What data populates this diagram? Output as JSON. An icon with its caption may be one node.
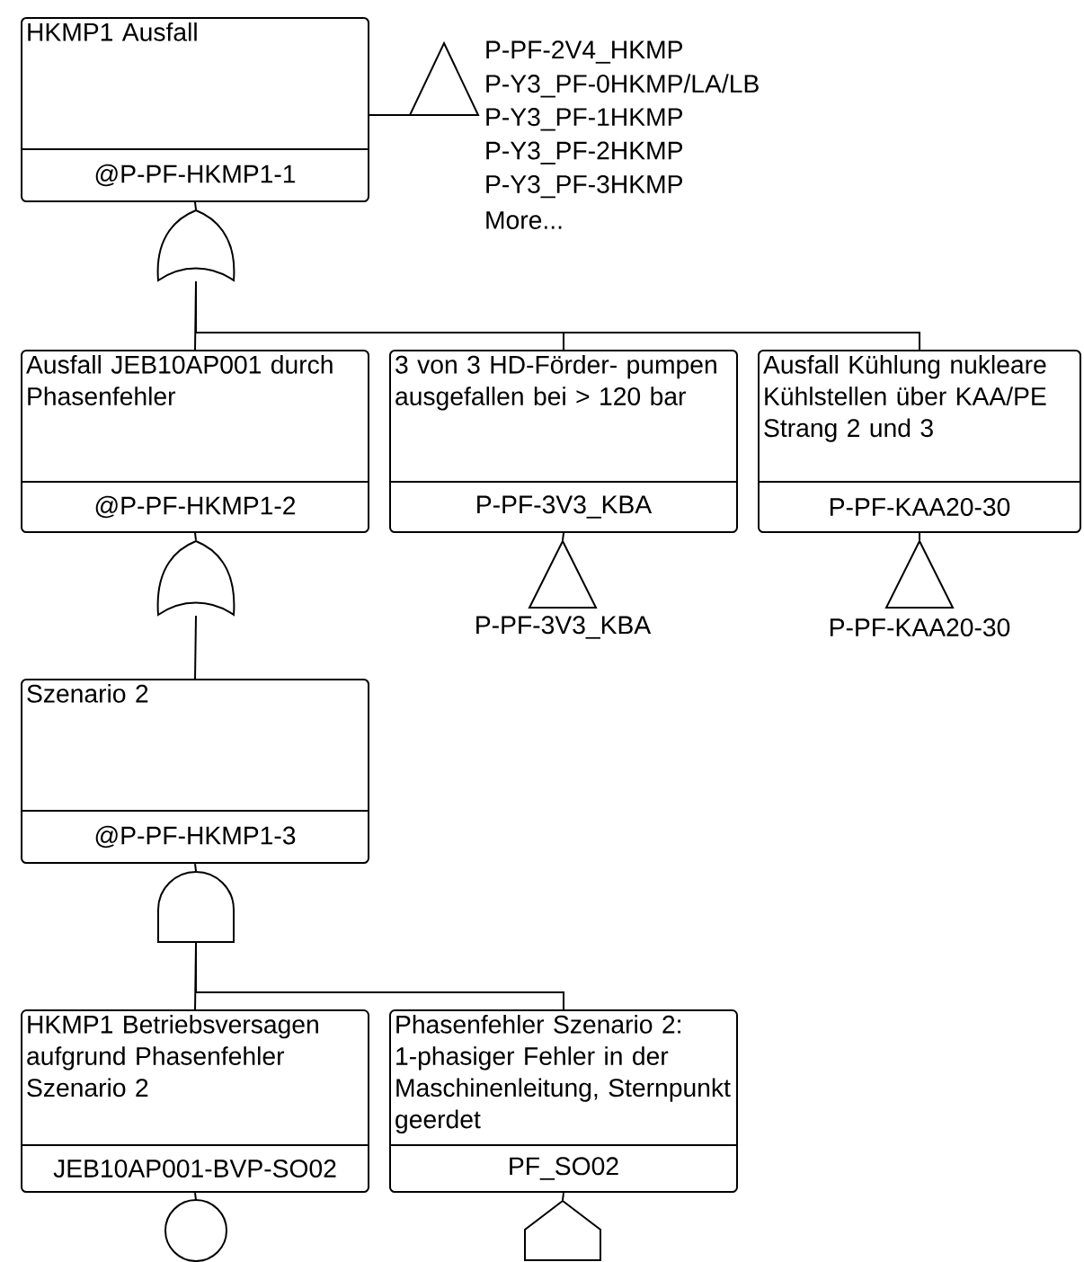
{
  "diagram": {
    "nodes": [
      {
        "text": [
          "HKMP1 Ausfall",
          "@P-PF-HKMP1-1"
        ]
      },
      {
        "text": [],
        "shape": "triangle",
        "beside": [
          "P-PF-2V4_HKMP",
          "P-Y3_PF-0HKMP/LA/LB",
          "P-Y3_PF-1HKMP",
          "P-Y3_PF-2HKMP",
          "P-Y3_PF-3HKMP",
          "More..."
        ]
      },
      {
        "text": [],
        "shape": "or-gate"
      },
      {
        "text": [
          "Ausfall JEB10AP001 durch Phasenfehler",
          "@P-PF-HKMP1-2"
        ]
      },
      {
        "text": [
          "3 von 3 HD-Förder- pumpen ausgefallen bei > 120 bar",
          "P-PF-3V3_KBA"
        ]
      },
      {
        "text": [
          "Ausfall Kühlung nukleare Kühlstellen über KAA/PE Strang 2 und 3",
          "P-PF-KAA20-30"
        ]
      },
      {
        "text": [],
        "shape": "or-gate"
      },
      {
        "text": [],
        "shape": "triangle",
        "beside": [
          "P-PF-3V3_KBA"
        ]
      },
      {
        "text": [],
        "shape": "triangle",
        "beside": [
          "P-PF-KAA20-30"
        ]
      },
      {
        "text": [
          "Szenario 2",
          "@P-PF-HKMP1-3"
        ]
      },
      {
        "text": [],
        "shape": "and-gate"
      },
      {
        "text": [
          "HKMP1 Betriebsversagen aufgrund Phasenfehler Szenario 2",
          "JEB10AP001-BVP-SO02"
        ]
      },
      {
        "text": [
          "Phasenfehler Szenario 2: 1-phasiger Fehler in der Maschinenleitung, Sternpunkt geerdet",
          "PF_SO02"
        ]
      },
      {
        "text": [],
        "shape": "circle"
      },
      {
        "text": [],
        "shape": "house"
      }
    ],
    "edges": [
      {
        "from": 0,
        "to": 1,
        "arrow": "none"
      },
      {
        "from": 0,
        "to": 2,
        "arrow": "none"
      },
      {
        "from": 2,
        "to": 3,
        "arrow": "none"
      },
      {
        "from": 2,
        "to": 4,
        "arrow": "none"
      },
      {
        "from": 2,
        "to": 5,
        "arrow": "none"
      },
      {
        "from": 3,
        "to": 6,
        "arrow": "none"
      },
      {
        "from": 4,
        "to": 7,
        "arrow": "none"
      },
      {
        "from": 5,
        "to": 8,
        "arrow": "none"
      },
      {
        "from": 6,
        "to": 9,
        "arrow": "none"
      },
      {
        "from": 9,
        "to": 10,
        "arrow": "none"
      },
      {
        "from": 10,
        "to": 11,
        "arrow": "none"
      },
      {
        "from": 10,
        "to": 12,
        "arrow": "none"
      },
      {
        "from": 11,
        "to": 13,
        "arrow": "none"
      },
      {
        "from": 12,
        "to": 14,
        "arrow": "none"
      }
    ]
  }
}
